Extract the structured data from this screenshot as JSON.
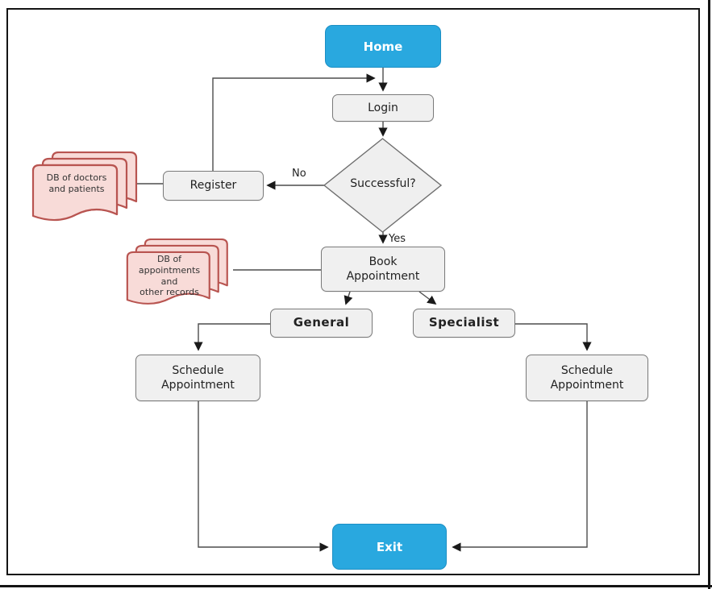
{
  "nodes": {
    "home": "Home",
    "login": "Login",
    "successful": "Successful?",
    "register": "Register",
    "book_appointment": "Book\nAppointment",
    "general": "General",
    "specialist": "Specialist",
    "schedule_appointment_left": "Schedule\nAppointment",
    "schedule_appointment_right": "Schedule\nAppointment",
    "exit": "Exit",
    "db_doctors": "DB of doctors\nand patients",
    "db_appointments": "DB of\nappointments\nand\nother records"
  },
  "edge_labels": {
    "no": "No",
    "yes": "Yes"
  },
  "colors": {
    "primary_blue": "#29a8df",
    "node_fill": "#f0f0f0",
    "node_border": "#7a7a7a",
    "doc_fill": "#f8dbd8",
    "doc_border": "#b85450",
    "connector": "#4d4d4d",
    "frame": "#141414"
  }
}
